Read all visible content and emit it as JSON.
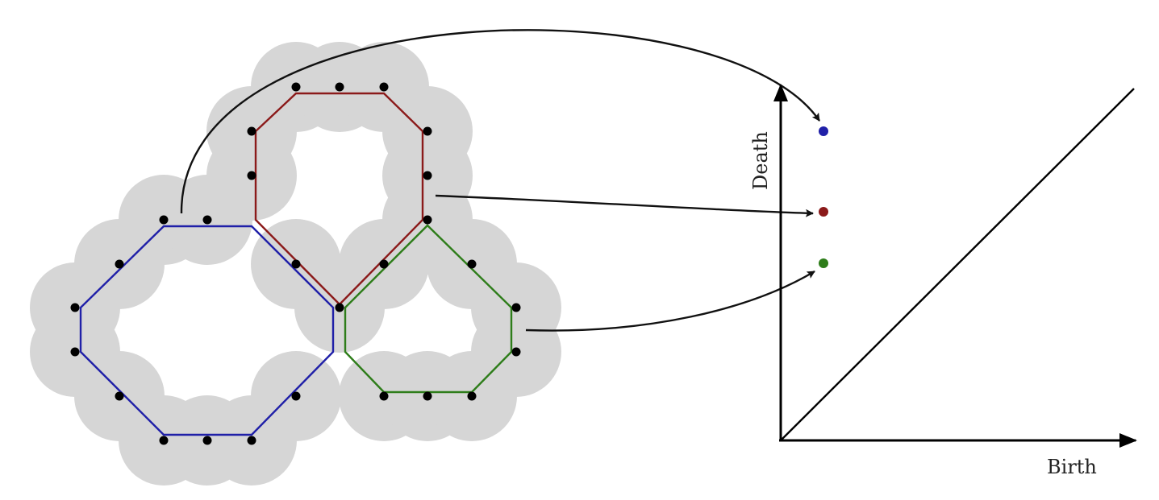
{
  "diagram": {
    "axes": {
      "y_label": "Death",
      "x_label": "Birth"
    },
    "colors": {
      "disk": "#d6d6d6",
      "blue": "#2020a8",
      "red": "#8b1a1a",
      "green": "#2e7d1a",
      "point": "#000000",
      "arrow": "#111111"
    },
    "cycles": [
      {
        "name": "blue-cycle",
        "color_key": "blue"
      },
      {
        "name": "red-cycle",
        "color_key": "red"
      },
      {
        "name": "green-cycle",
        "color_key": "green"
      }
    ]
  }
}
